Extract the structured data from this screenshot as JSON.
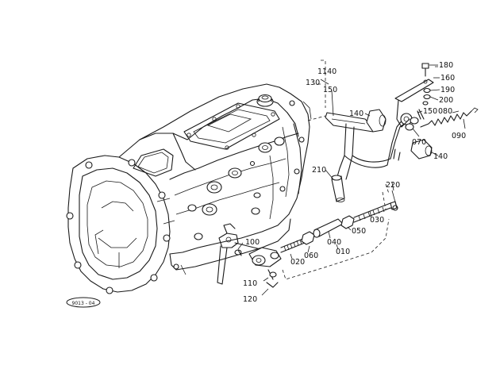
{
  "diagram": {
    "callouts": {
      "c010": "010",
      "c020": "020",
      "c030": "030",
      "c040": "040",
      "c050": "050",
      "c060": "060",
      "c070": "070",
      "c080": "080",
      "c090": "090",
      "c100": "100",
      "c110": "110",
      "c120": "120",
      "c130": "130",
      "c140": "140",
      "c140b": "140",
      "c150": "150",
      "c150b": "150",
      "c160": "160",
      "c180": "180",
      "c190": "190",
      "c200": "200",
      "c210": "210",
      "c220": "220",
      "c1140": "1140"
    },
    "drawing_code": "9013 - 04"
  }
}
